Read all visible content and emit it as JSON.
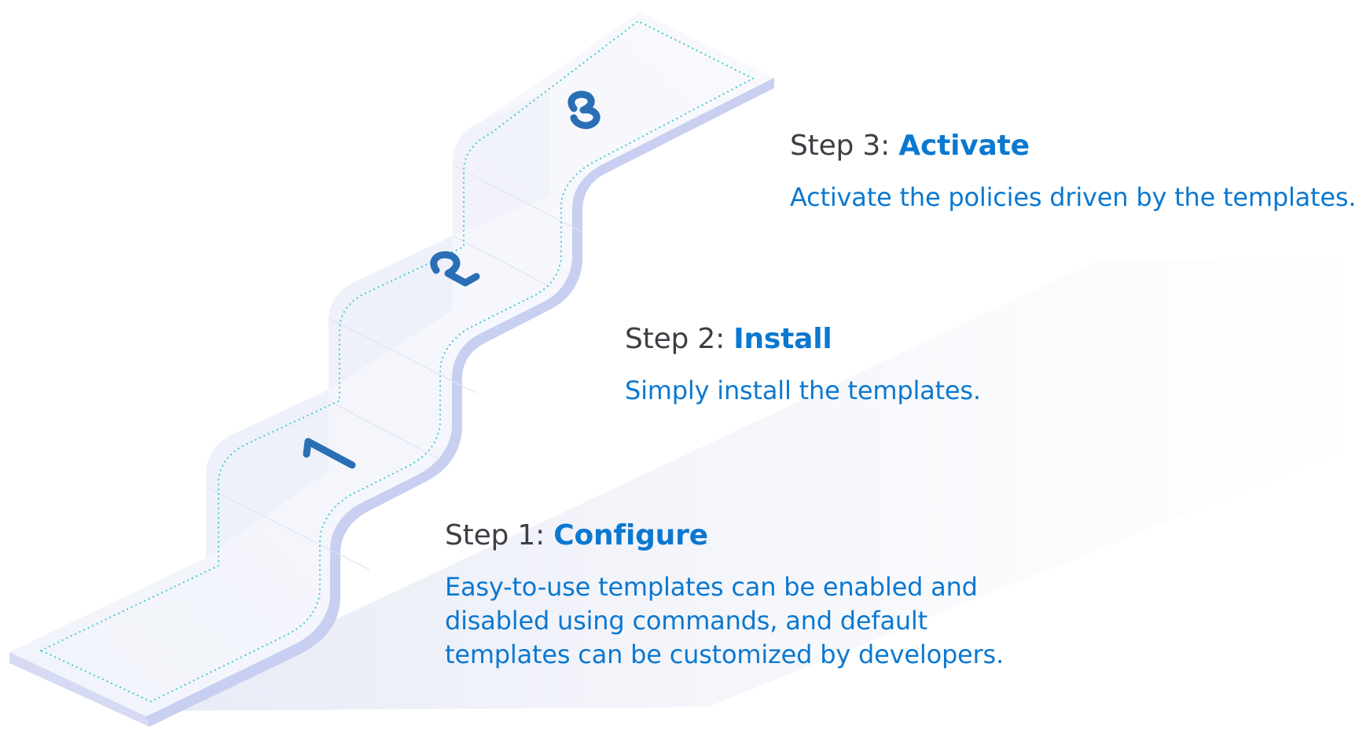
{
  "steps": [
    {
      "number": "1",
      "prefix": "Step 1:",
      "name": "Configure",
      "description": "Easy-to-use templates can be enabled and disabled using commands, and default templates can be customized by developers."
    },
    {
      "number": "2",
      "prefix": "Step 2:",
      "name": "Install",
      "description": "Simply install the templates."
    },
    {
      "number": "3",
      "prefix": "Step 3:",
      "name": "Activate",
      "description": "Activate the policies driven by the templates."
    }
  ],
  "colors": {
    "accent": "#0b78d0",
    "prefix_text": "#3c3f44",
    "numeral": "#2a6fb6",
    "dotted_path": "#4ecad0",
    "stair_surface": "#f4f6fb",
    "stair_edge": "#c5cbee"
  }
}
